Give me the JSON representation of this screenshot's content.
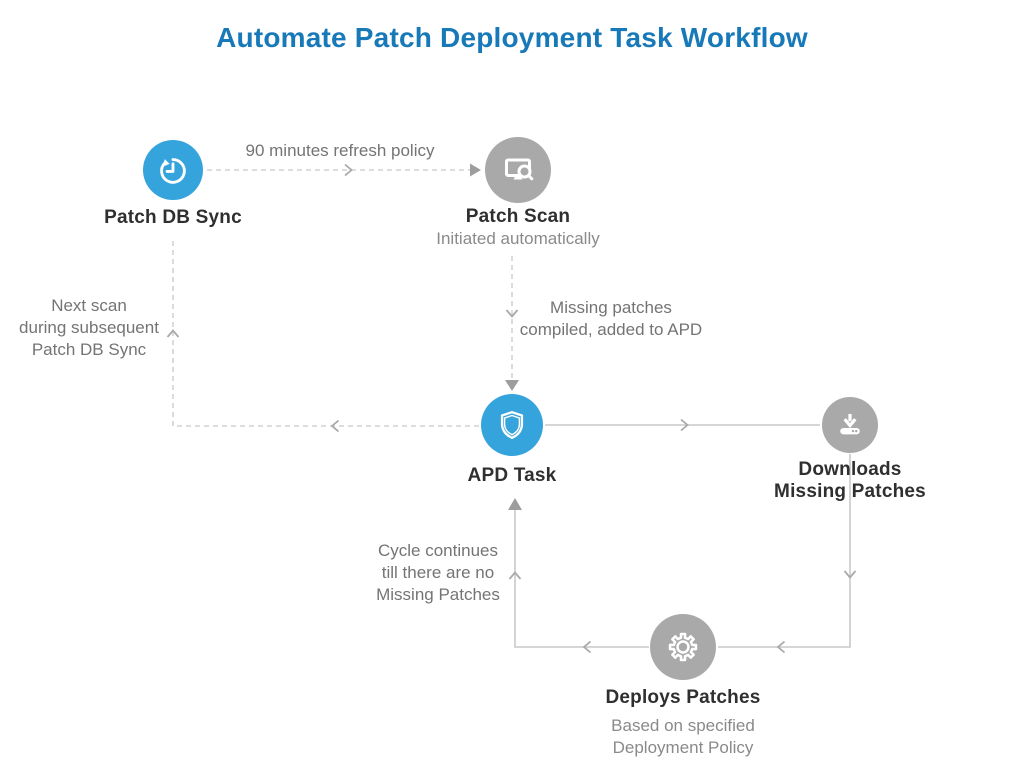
{
  "title": "Automate Patch Deployment Task Workflow",
  "colors": {
    "title_blue": "#1879b9",
    "node_blue": "#36a4dc",
    "node_gray": "#a9a9a9",
    "label_dark": "#2f2f2f",
    "subtitle_gray": "#8a8a8a",
    "edge_label_gray": "#747474",
    "line_gray": "#c9c9c9"
  },
  "nodes": {
    "patch_db_sync": {
      "label": "Patch DB Sync",
      "icon": "history-sync-icon"
    },
    "patch_scan": {
      "label": "Patch Scan",
      "subtitle": "Initiated automatically",
      "icon": "monitor-search-icon"
    },
    "apd_task": {
      "label": "APD Task",
      "icon": "shield-icon"
    },
    "downloads": {
      "label": [
        "Downloads",
        "Missing Patches"
      ],
      "icon": "download-icon"
    },
    "deploys_patches": {
      "label": "Deploys Patches",
      "subtitle": [
        "Based on specified",
        "Deployment Policy"
      ],
      "icon": "gear-icon"
    }
  },
  "edge_labels": {
    "sync_to_scan": "90 minutes refresh policy",
    "scan_to_apd": [
      "Missing patches",
      "compiled, added to APD"
    ],
    "cycle": [
      "Cycle continues",
      "till there are no",
      "Missing Patches"
    ],
    "return": [
      "Next scan",
      "during subsequent",
      "Patch DB Sync"
    ]
  }
}
